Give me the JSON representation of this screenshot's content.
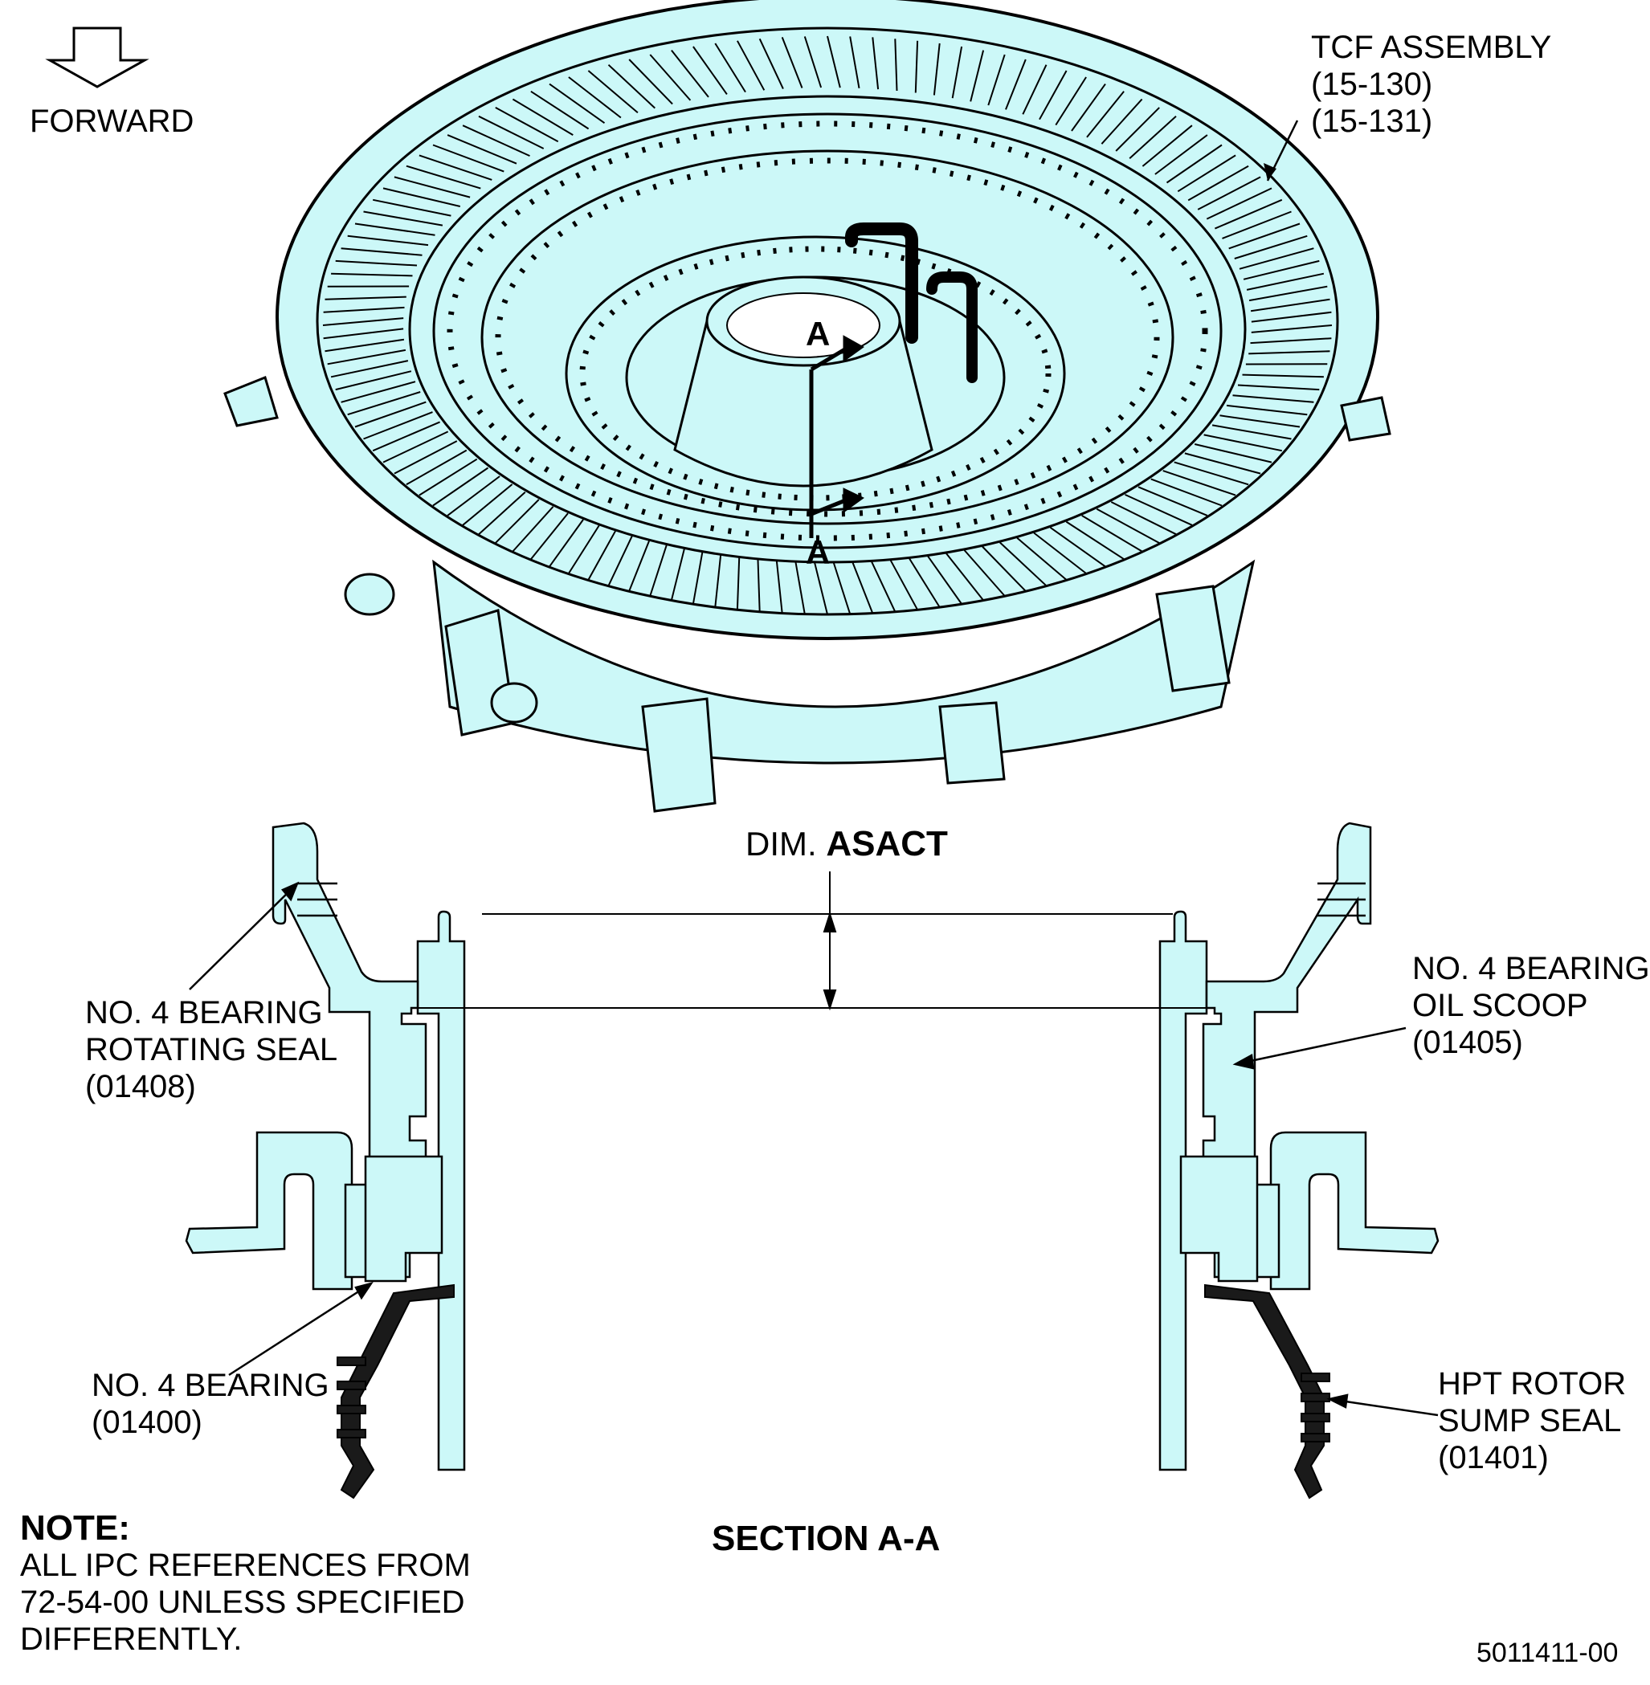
{
  "forward_label": "FORWARD",
  "tcf_assembly": {
    "line1": "TCF ASSEMBLY",
    "line2": "(15-130)",
    "line3": "(15-131)"
  },
  "section_marker": "A",
  "dim": {
    "prefix": "DIM.",
    "value": "ASACT"
  },
  "labels": {
    "rotating_seal": {
      "line1": "NO. 4 BEARING",
      "line2": "ROTATING SEAL",
      "line3": "(01408)"
    },
    "oil_scoop": {
      "line1": "NO. 4 BEARING",
      "line2": "OIL SCOOP",
      "line3": "(01405)"
    },
    "bearing": {
      "line1": "NO. 4 BEARING",
      "line2": "(01400)"
    },
    "sump_seal": {
      "line1": "HPT ROTOR",
      "line2": "SUMP SEAL",
      "line3": "(01401)"
    }
  },
  "section_title": "SECTION A-A",
  "note": {
    "title": "NOTE:",
    "line1": "ALL IPC REFERENCES FROM",
    "line2": "72-54-00 UNLESS SPECIFIED",
    "line3": "DIFFERENTLY."
  },
  "figure_id": "5011411-00",
  "colors": {
    "part_fill": "#ccf8f8",
    "line": "#000000",
    "seal_fill": "#1a1a1a"
  }
}
